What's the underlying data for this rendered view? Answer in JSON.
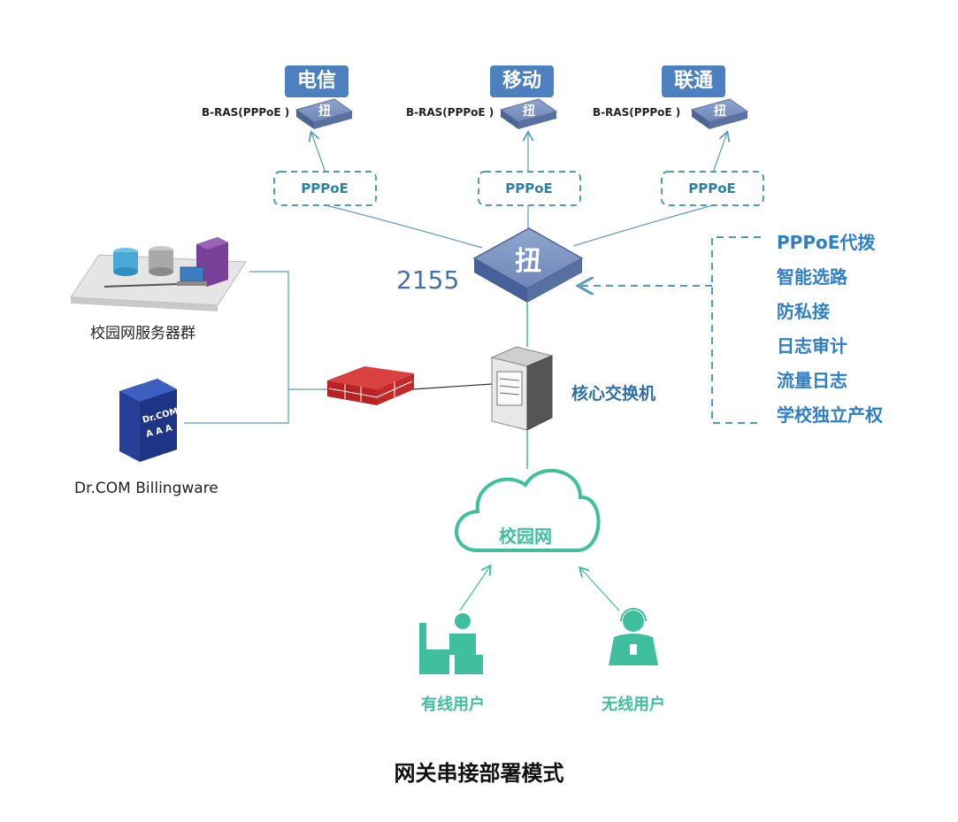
{
  "isps": [
    {
      "name": "电信",
      "bras": "B-RAS(PPPoE )",
      "pppoe": "PPPoE"
    },
    {
      "name": "移动",
      "bras": "B-RAS(PPPoE )",
      "pppoe": "PPPoE"
    },
    {
      "name": "联通",
      "bras": "B-RAS(PPPoE )",
      "pppoe": "PPPoE"
    }
  ],
  "gateway_model": "2155",
  "features": [
    "PPPoE代拨",
    "智能选路",
    "防私接",
    "日志审计",
    "流量日志",
    "学校独立产权"
  ],
  "server_group_label": "校园网服务器群",
  "billing_label": "Dr.COM Billingware",
  "billing_box_text": [
    "Dr.COM",
    "A A A"
  ],
  "core_switch_label": "核心交换机",
  "cloud_label": "校园网",
  "wired_user_label": "有线用户",
  "wireless_user_label": "无线用户",
  "caption": "网关串接部署模式",
  "colors": {
    "isp_badge": "#4d80bf",
    "line_blue": "#5a9bbf",
    "teal": "#3fbf9e",
    "feature_text": "#2f7fc6",
    "firewall_red": "#c0262b"
  }
}
